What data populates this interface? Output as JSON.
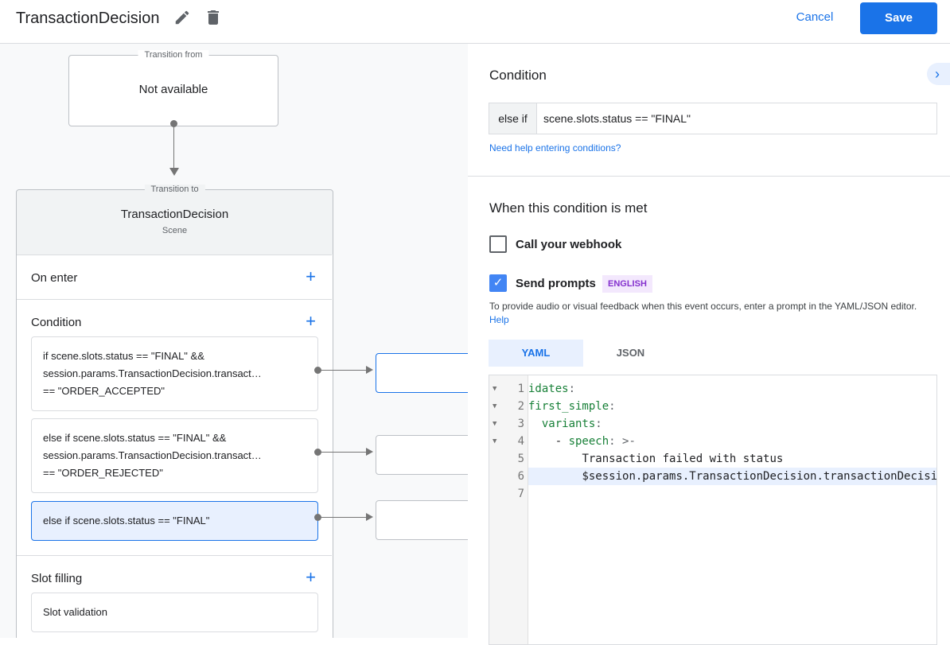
{
  "header": {
    "title": "TransactionDecision",
    "edit_icon": "pencil-icon",
    "delete_icon": "trash-icon",
    "cancel": "Cancel",
    "save": "Save"
  },
  "canvas": {
    "from": {
      "legend": "Transition from",
      "text": "Not available"
    },
    "to": {
      "legend": "Transition to",
      "title": "TransactionDecision",
      "subtitle": "Scene"
    },
    "sections": {
      "on_enter": "On enter",
      "condition": "Condition",
      "slot_filling": "Slot filling"
    },
    "conditions": [
      {
        "lines": [
          "if scene.slots.status == \"FINAL\" &&",
          "session.params.TransactionDecision.transact…",
          "== \"ORDER_ACCEPTED\""
        ]
      },
      {
        "lines": [
          "else if scene.slots.status == \"FINAL\" &&",
          "session.params.TransactionDecision.transact…",
          "== \"ORDER_REJECTED\""
        ]
      },
      {
        "lines": [
          "else if scene.slots.status == \"FINAL\""
        ],
        "selected": true
      }
    ],
    "slot_validation": "Slot validation"
  },
  "panel": {
    "title": "Condition",
    "prefix": "else if",
    "condition_value": "scene.slots.status == \"FINAL\"",
    "help_link": "Need help entering conditions?",
    "met_title": "When this condition is met",
    "webhook": {
      "label": "Call your webhook",
      "checked": false
    },
    "prompts": {
      "label": "Send prompts",
      "checked": true,
      "badge": "ENGLISH"
    },
    "description": "To provide audio or visual feedback when this event occurs, enter a prompt in the YAML/JSON editor.",
    "description_link": "Help",
    "tabs": [
      {
        "label": "YAML",
        "active": true
      },
      {
        "label": "JSON",
        "active": false
      }
    ],
    "editor": {
      "lines": [
        {
          "n": "1",
          "fold": true,
          "key": "idates",
          "rest": ":"
        },
        {
          "n": "2",
          "fold": true,
          "key": "first_simple",
          "rest": ":"
        },
        {
          "n": "3",
          "fold": true,
          "indent": "  ",
          "key": "variants",
          "rest": ":"
        },
        {
          "n": "4",
          "fold": true,
          "indent": "    - ",
          "key": "speech",
          "rest": ": >-"
        },
        {
          "n": "5",
          "indent": "        ",
          "text": "Transaction failed with status"
        },
        {
          "n": "6",
          "indent": "        ",
          "text": "$session.params.TransactionDecision.transactionDecision",
          "highlight": true
        },
        {
          "n": "7"
        }
      ]
    }
  },
  "colors": {
    "accent": "#1a73e8",
    "selected_bg": "#e8f0fe",
    "badge_bg": "#f3e8fd",
    "badge_text": "#8430ce",
    "yaml_key": "#188038"
  }
}
